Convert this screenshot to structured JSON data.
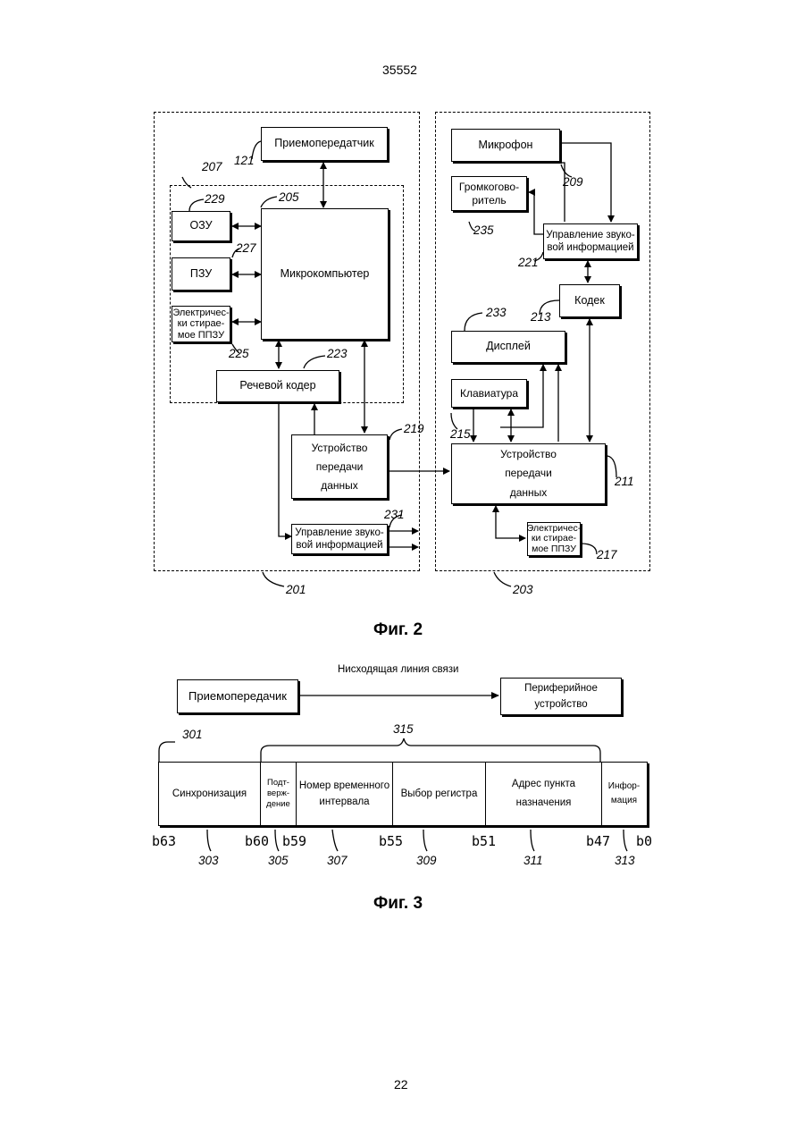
{
  "header": {
    "page_code": "35552"
  },
  "footer": {
    "page_number": "22"
  },
  "fig2": {
    "caption": "Фиг. 2",
    "blocks": {
      "transceiver": "Приемопередатчик",
      "microcomputer": "Микрокомпьютер",
      "ram": "ОЗУ",
      "rom": "ПЗУ",
      "eeprom_left": "Электричес-\nки стирае-\nмое ППЗУ",
      "speech_coder": "Речевой кодер",
      "data_device_left": "Устройство\nпередачи\nданных",
      "audio_ctrl_left": "Управление звуко-\nвой информацией",
      "microphone": "Микрофон",
      "speaker": "Громкогово-\nритель",
      "audio_ctrl_right": "Управление звуко-\nвой информацией",
      "codec": "Кодек",
      "display": "Дисплей",
      "keyboard": "Клавиатура",
      "data_device_right": "Устройство\nпередачи\nданных",
      "eeprom_right": "Электричес-\nки стираe-\nмое ППЗУ"
    },
    "refs": {
      "r121": "121",
      "r207": "207",
      "r205": "205",
      "r229": "229",
      "r227": "227",
      "r225": "225",
      "r223": "223",
      "r219": "219",
      "r231": "231",
      "r201": "201",
      "r209": "209",
      "r235": "235",
      "r221": "221",
      "r213": "213",
      "r233": "233",
      "r215": "215",
      "r211": "211",
      "r217": "217",
      "r203": "203"
    }
  },
  "fig3": {
    "caption": "Фиг. 3",
    "downlink_label": "Нисходящая линия связи",
    "transceiver": "Приемопередачик",
    "peripheral": "Периферийное\nустройство",
    "refs": {
      "r301": "301",
      "r315": "315"
    },
    "fields": [
      {
        "label": "Синхронизация",
        "ref": "303"
      },
      {
        "label": "Подт-\nверж-\nдение",
        "ref": "305"
      },
      {
        "label": "Номер временного\nинтервала",
        "ref": "307"
      },
      {
        "label": "Выбор регистра",
        "ref": "309"
      },
      {
        "label": "Адрес пункта\nназначения",
        "ref": "311"
      },
      {
        "label": "Инфор-\nмация",
        "ref": "313"
      }
    ],
    "bits": [
      "b63",
      "b60",
      "b59",
      "b55",
      "b51",
      "b47",
      "b0"
    ]
  }
}
